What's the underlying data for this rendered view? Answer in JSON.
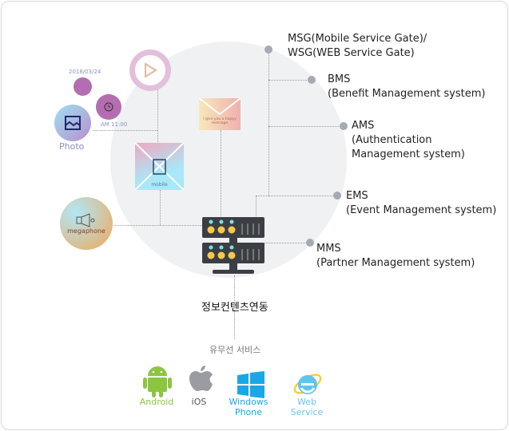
{
  "systems": [
    {
      "line1": "MSG(Mobile Service Gate)/",
      "line2": "WSG(WEB Service Gate)"
    },
    {
      "line1": "BMS",
      "line2": "(Benefit Management system)"
    },
    {
      "line1": "AMS",
      "line2": "(Authentication",
      "line3": "Management system)"
    },
    {
      "line1": "EMS",
      "line2": "(Event Management system)"
    },
    {
      "line1": "MMS",
      "line2": "(Partner Management system)"
    }
  ],
  "devices": {
    "date": "2018/03/24",
    "time": "AM 11:00",
    "photo": "Photo",
    "mobile": "mobile",
    "message": "I give you a happy message",
    "megaphone": "megaphone"
  },
  "center_label": "정보컨텐츠연동",
  "service_label": "유무선 서비스",
  "platforms": [
    {
      "label": "Android",
      "color": "#8cc63f"
    },
    {
      "label": "iOS",
      "color": "#555555"
    },
    {
      "label": "Windows Phone",
      "color": "#1aa7e8"
    },
    {
      "label": "Web Service",
      "color": "#6cc4ee"
    }
  ]
}
